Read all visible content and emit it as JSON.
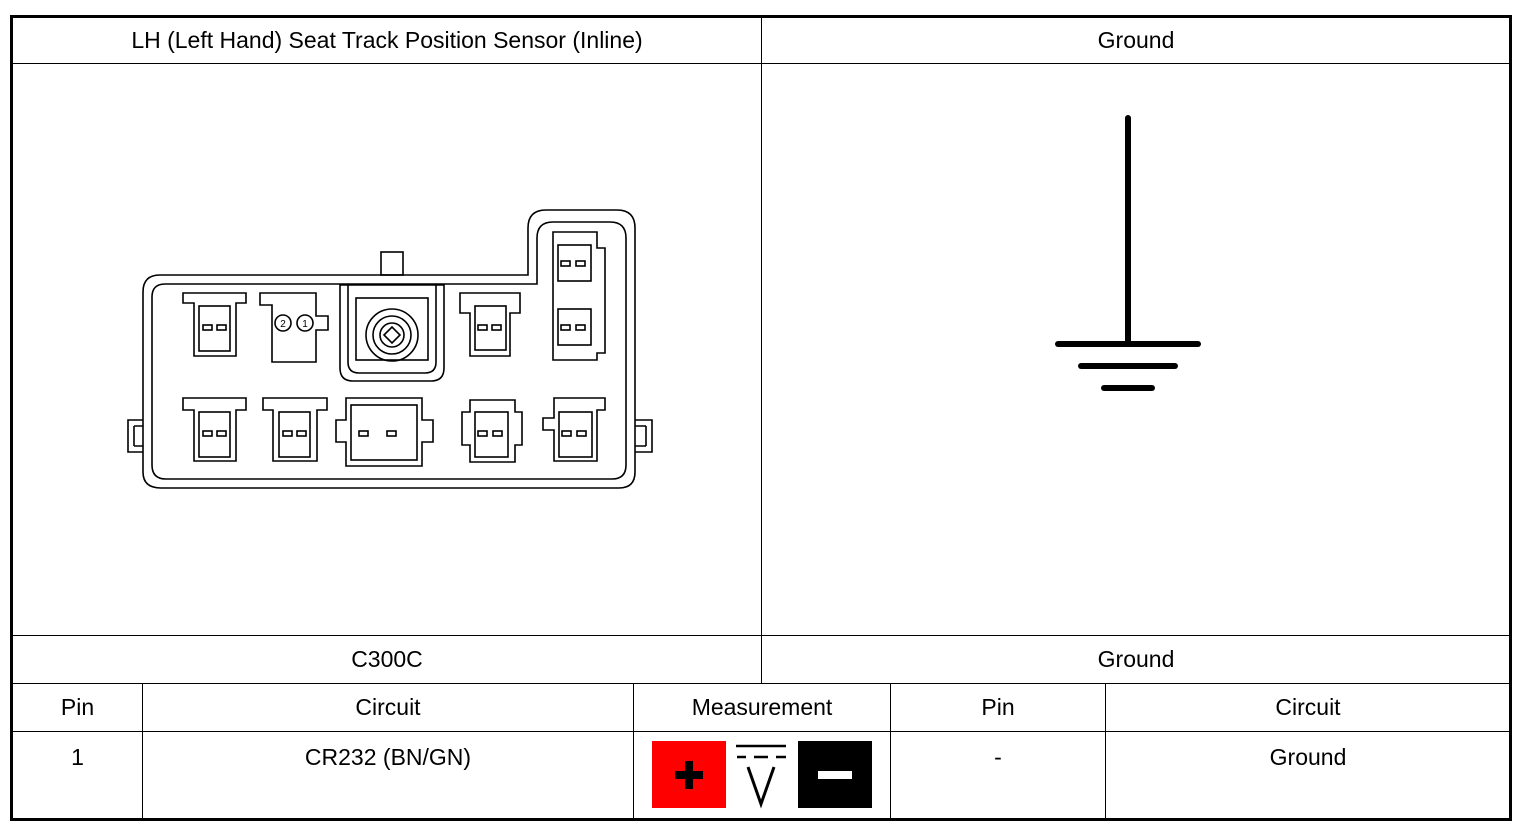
{
  "left_header": "LH (Left Hand) Seat Track Position Sensor (Inline)",
  "right_header": "Ground",
  "left_connector_id": "C300C",
  "right_connector_id": "Ground",
  "connector_pin_labels": [
    "2",
    "1"
  ],
  "table": {
    "headers": [
      "Pin",
      "Circuit",
      "Measurement",
      "Pin",
      "Circuit"
    ],
    "rows": [
      {
        "pin": "1",
        "circuit": "CR232 (BN/GN)",
        "pin2": "-",
        "circuit2": "Ground"
      }
    ]
  },
  "measurement_icons": [
    "plus-probe-icon",
    "dc-voltage-icon",
    "minus-probe-icon"
  ],
  "colors": {
    "plus_probe": "#ff0000",
    "minus_probe": "#000000"
  }
}
